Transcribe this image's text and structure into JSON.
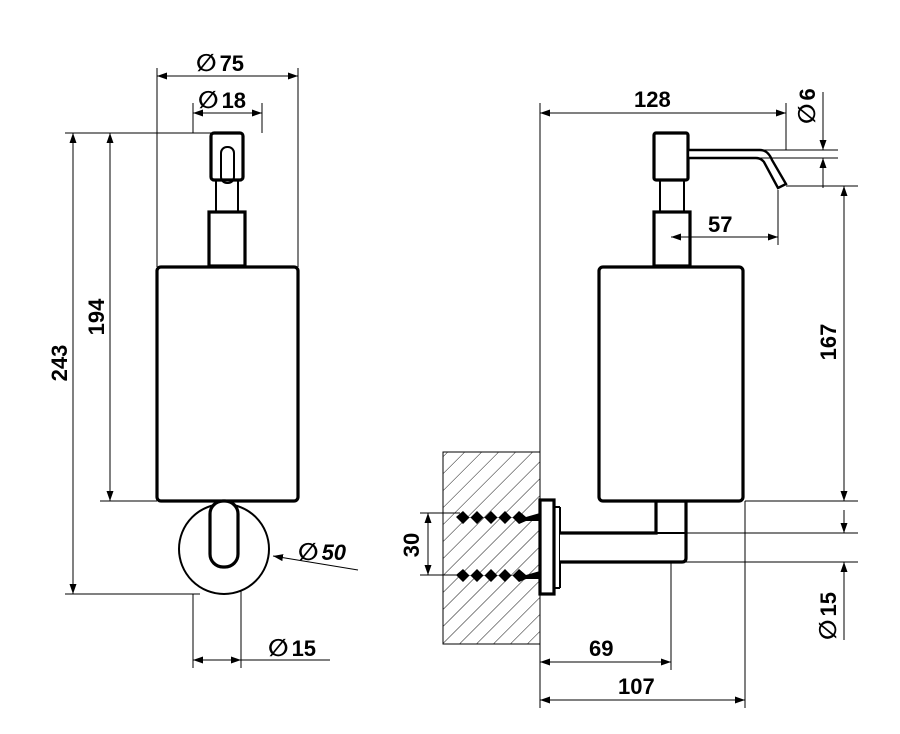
{
  "dimensions": {
    "front_overall_diameter": "75",
    "front_pump_diameter": "18",
    "front_total_height": "243",
    "front_body_height": "194",
    "front_flange_diameter": "50",
    "front_arm_diameter": "15",
    "side_overall_width": "128",
    "side_spout_diameter": "6",
    "side_spout_reach": "57",
    "side_bracket_height": "167",
    "side_screw_spacing": "30",
    "side_arm_diameter": "15",
    "side_wall_to_body": "69",
    "side_wall_to_front": "107"
  },
  "symbols": {
    "diameter": "∅"
  }
}
